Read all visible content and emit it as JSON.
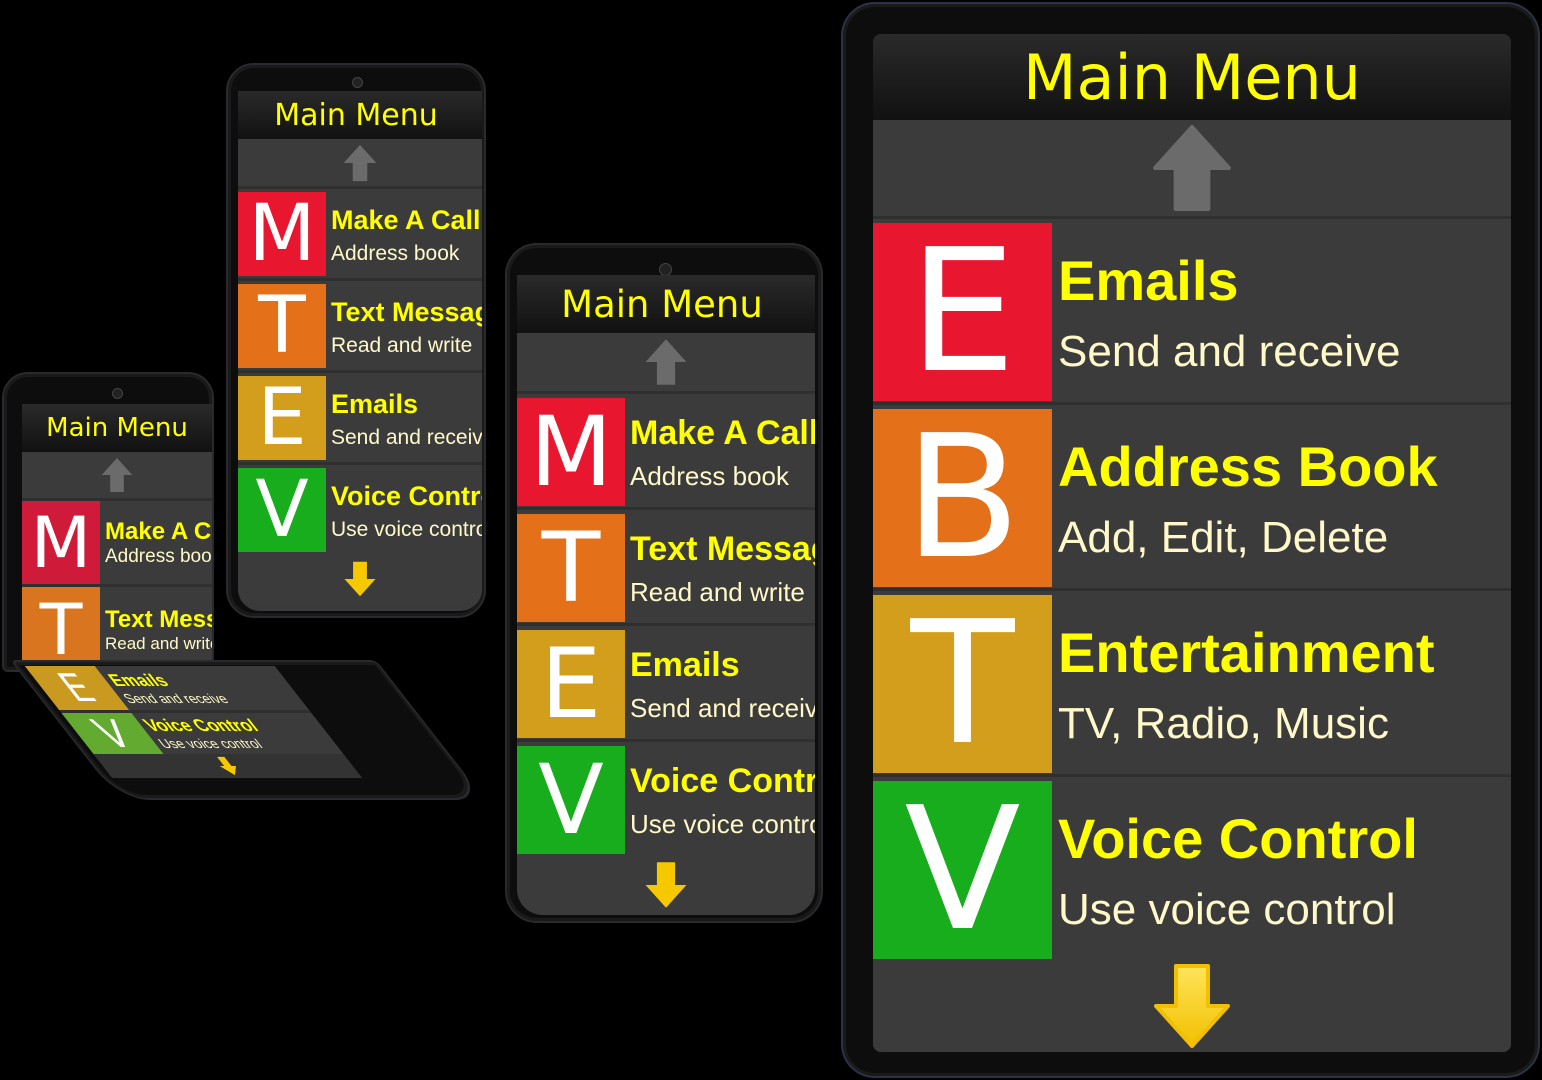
{
  "colors": {
    "title": "#ffff00",
    "subtitle": "#fff8c8",
    "screen_bg": "#3b3b3b",
    "red": "#e8162f",
    "orange": "#e5701a",
    "gold": "#d39e1b",
    "green": "#18ad1c"
  },
  "large_device": {
    "header": "Main Menu",
    "items": [
      {
        "letter": "E",
        "title": "Emails",
        "subtitle": "Send and receive"
      },
      {
        "letter": "B",
        "title": "Address Book",
        "subtitle": "Add, Edit, Delete"
      },
      {
        "letter": "T",
        "title": "Entertainment",
        "subtitle": "TV, Radio, Music"
      },
      {
        "letter": "V",
        "title": "Voice Control",
        "subtitle": "Use voice control"
      }
    ]
  },
  "phone_devices": {
    "header": "Main Menu",
    "items": [
      {
        "letter": "M",
        "title": "Make A Call",
        "subtitle": "Address book"
      },
      {
        "letter": "T",
        "title": "Text Messages",
        "subtitle": "Read and write"
      },
      {
        "letter": "E",
        "title": "Emails",
        "subtitle": "Send and receive"
      },
      {
        "letter": "V",
        "title": "Voice Control",
        "subtitle": "Use voice control"
      }
    ]
  },
  "icons": {
    "scroll_up": "arrow-up-icon",
    "scroll_down": "arrow-down-icon"
  }
}
